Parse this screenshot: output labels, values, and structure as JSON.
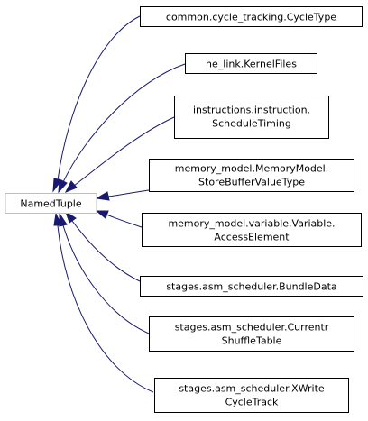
{
  "base": {
    "name": "NamedTuple"
  },
  "derived": [
    {
      "lines": [
        "common.cycle_tracking.CycleType"
      ]
    },
    {
      "lines": [
        "he_link.KernelFiles"
      ]
    },
    {
      "lines": [
        "instructions.instruction.",
        "ScheduleTiming"
      ]
    },
    {
      "lines": [
        "memory_model.MemoryModel.",
        "StoreBufferValueType"
      ]
    },
    {
      "lines": [
        "memory_model.variable.Variable.",
        "AccessElement"
      ]
    },
    {
      "lines": [
        "stages.asm_scheduler.BundleData"
      ]
    },
    {
      "lines": [
        "stages.asm_scheduler.Currentr",
        "ShuffleTable"
      ]
    },
    {
      "lines": [
        "stages.asm_scheduler.XWrite",
        "CycleTrack"
      ]
    }
  ],
  "colors": {
    "edge": "#191970",
    "base_border": "#bfbfbf",
    "node_border": "#000000"
  }
}
